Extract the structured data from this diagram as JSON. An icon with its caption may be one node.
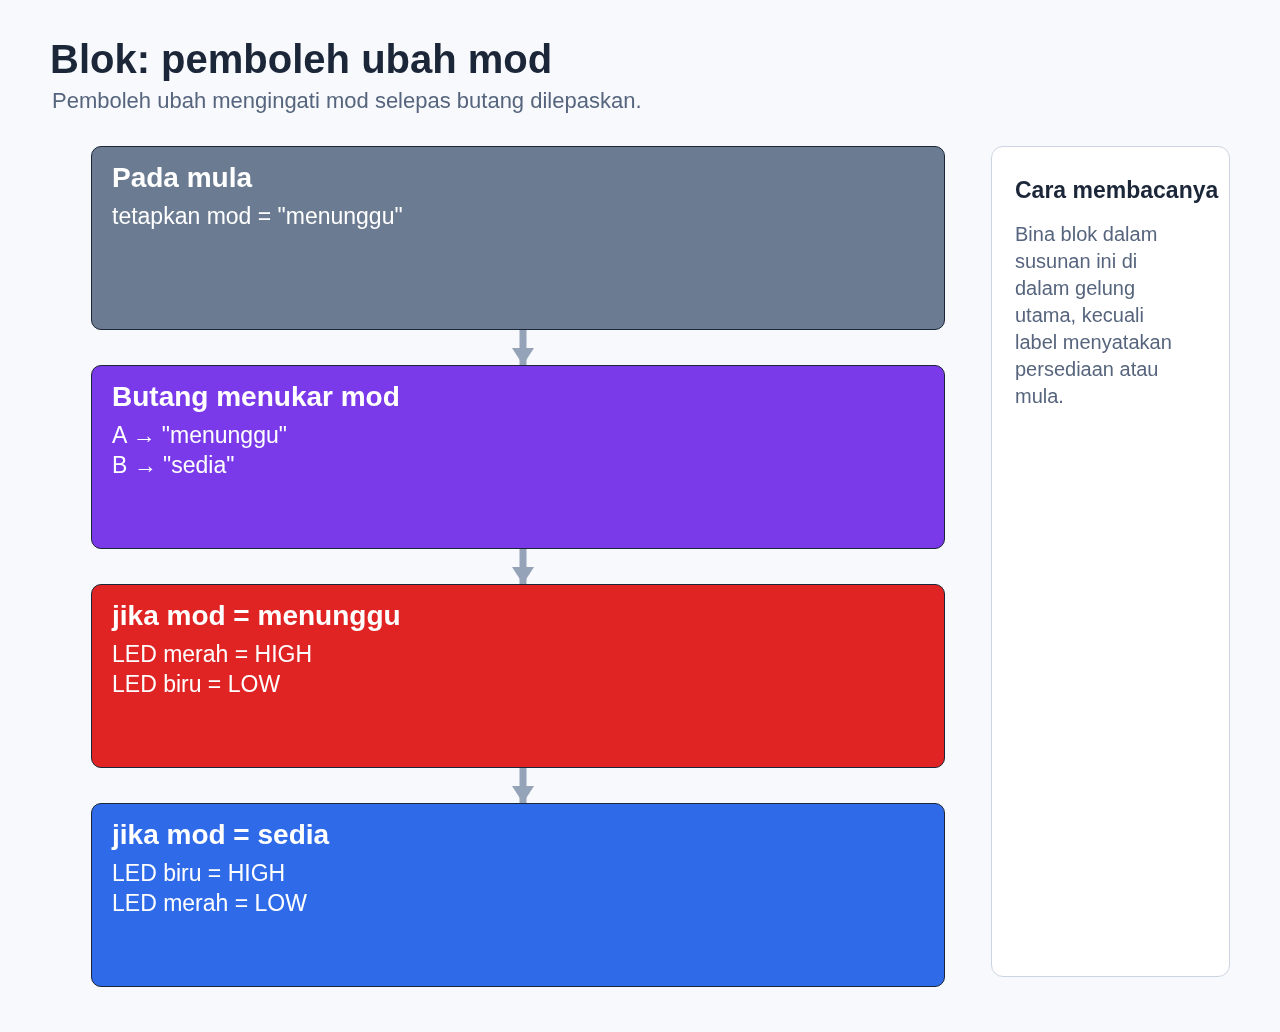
{
  "diagram": {
    "title": "Blok: pemboleh ubah mod",
    "caption": "Pemboleh ubah mengingati mod selepas butang dilepaskan.",
    "nodes": [
      {
        "text": [
          "Pada mula",
          "tetapkan mod = \"menunggu\""
        ]
      },
      {
        "text": [
          "Butang menukar mod",
          "A → \"menunggu\"",
          "B → \"sedia\""
        ]
      },
      {
        "text": [
          "jika mod = menunggu",
          "LED merah = HIGH",
          "LED biru = LOW"
        ]
      },
      {
        "text": [
          "jika mod = sedia",
          "LED biru = HIGH",
          "LED merah = LOW"
        ]
      },
      {
        "text": [
          "Cara membacanya",
          "Bina blok dalam susunan ini di dalam gelung utama, kecuali label menyatakan persediaan atau mula."
        ]
      }
    ],
    "edges": [
      {
        "from": 0,
        "to": 1,
        "arrow": "to"
      },
      {
        "from": 1,
        "to": 2,
        "arrow": "to"
      },
      {
        "from": 2,
        "to": 3,
        "arrow": "to"
      }
    ]
  }
}
